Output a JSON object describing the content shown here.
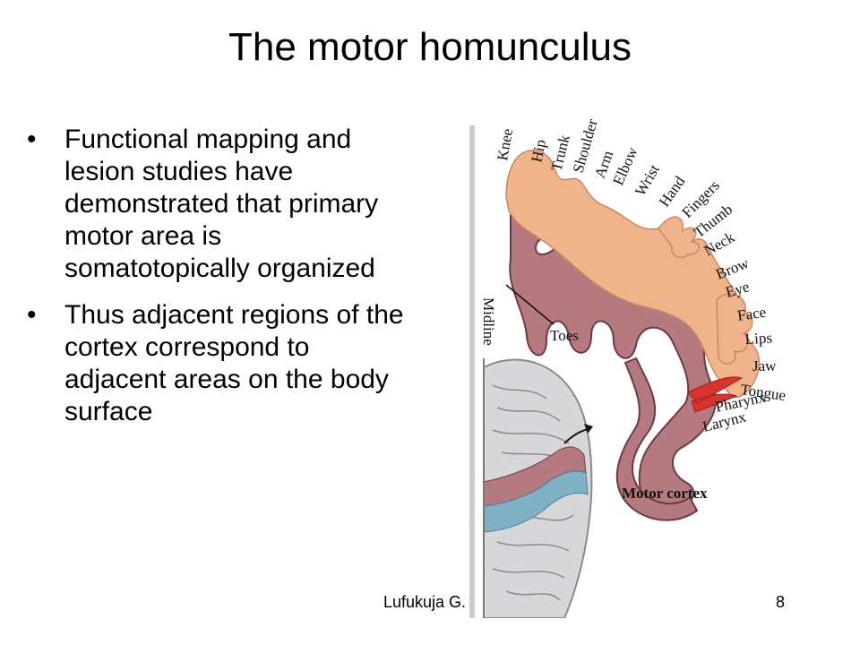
{
  "slide": {
    "title": "The motor homunculus",
    "bullets": [
      "Functional mapping and lesion studies have demonstrated that primary motor area is somatotopically organized",
      "Thus adjacent regions of the cortex correspond to adjacent areas on the body surface"
    ],
    "footer_author": "Lufukuja G.",
    "page_number": "8"
  },
  "figure": {
    "body_labels": [
      "Knee",
      "Hip",
      "Trunk",
      "Shoulder",
      "Arm",
      "Elbow",
      "Wrist",
      "Hand",
      "Fingers",
      "Thumb",
      "Neck",
      "Brow",
      "Eye",
      "Face",
      "Lips",
      "Jaw",
      "Tongue",
      "Pharynx",
      "Larynx"
    ],
    "toes_label": "Toes",
    "midline_label": "Midline",
    "motor_cortex_label": "Motor cortex",
    "colors": {
      "cortex": "#b57a7f",
      "cortex_outline": "#6e3a3f",
      "homunculus": "#f0b48a",
      "tongue_red": "#d8332f",
      "brain_gray": "#d7d7d9",
      "brain_blue": "#7fb1c4"
    }
  }
}
